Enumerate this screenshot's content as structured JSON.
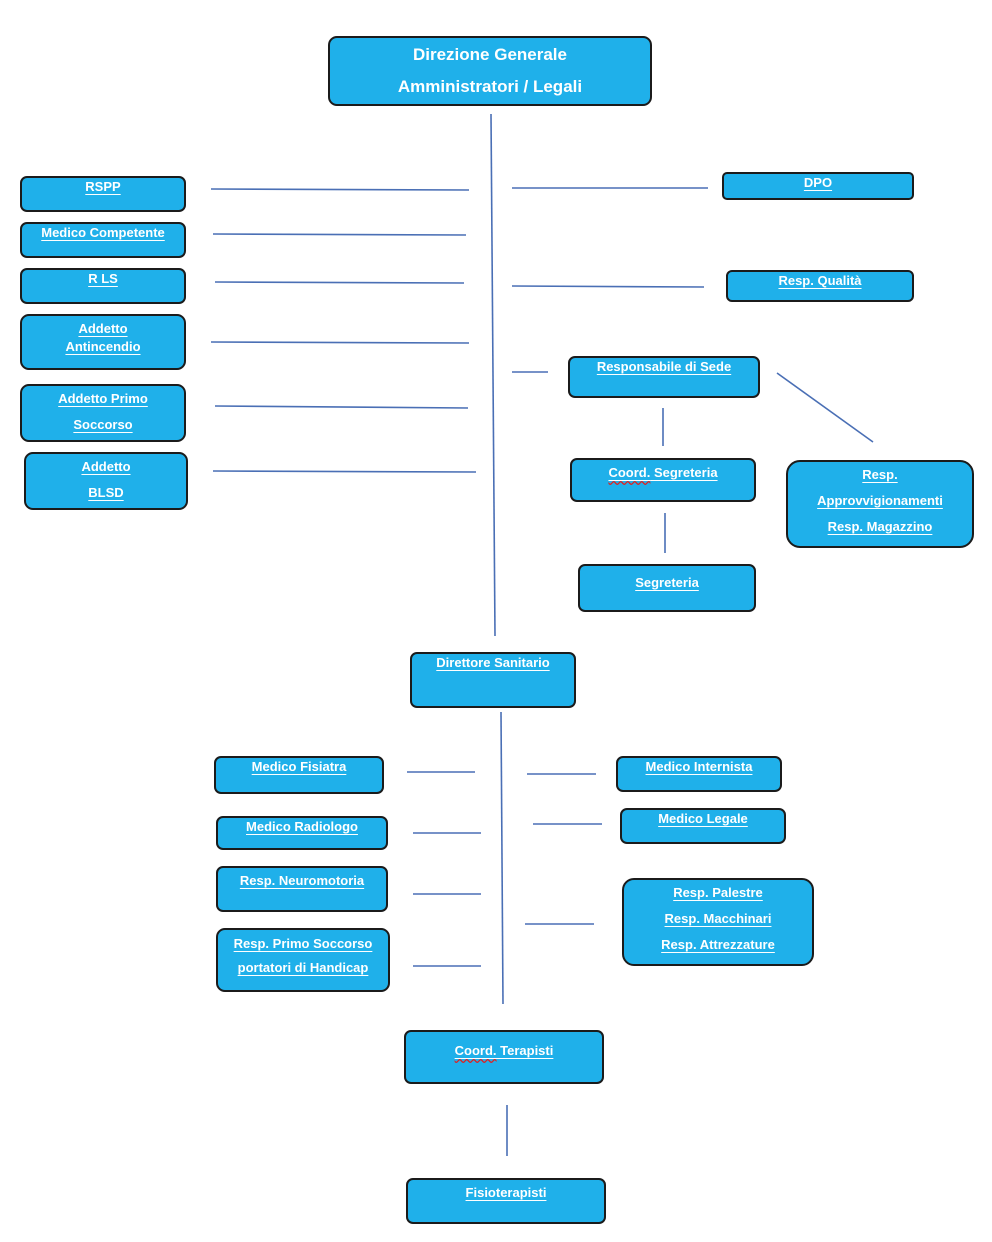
{
  "colors": {
    "box_fill": "#1fb0ea",
    "box_border": "#1b1b1b",
    "connector": "#4a6fb5",
    "text": "#ffffff"
  },
  "head": {
    "line1": "Direzione Generale",
    "line2": "Amministratori / Legali"
  },
  "left_staff": {
    "rspp": "RSPP",
    "medico_competente": "Medico Competente",
    "rls": "R LS",
    "antincendio_1": "Addetto",
    "antincendio_2": "Antincendio",
    "primo_soccorso_1": "Addetto Primo",
    "primo_soccorso_2": "Soccorso",
    "blsd_1": "Addetto",
    "blsd_2": "BLSD"
  },
  "right_staff": {
    "dpo": "DPO",
    "resp_qualita": "Resp. Qualità",
    "responsabile_sede": "Responsabile di Sede",
    "coord_segreteria_word": "Coord.",
    "coord_segreteria_rest": " Segreteria",
    "segreteria": "Segreteria",
    "approvv_1": "Resp.",
    "approvv_2": "Approvvigionamenti",
    "approvv_3": "Resp. Magazzino"
  },
  "sanitario": {
    "direttore": "Direttore Sanitario",
    "medico_fisiatra": "Medico Fisiatra",
    "medico_radiologo": "Medico Radiologo",
    "resp_neuromotoria": "Resp. Neuromotoria",
    "primo_soccorso_handicap_1": "Resp. Primo Soccorso",
    "primo_soccorso_handicap_2": "portatori di Handicap",
    "medico_internista": "Medico Internista",
    "medico_legale": "Medico Legale",
    "palestre": "Resp. Palestre",
    "macchinari": "Resp. Macchinari",
    "attrezzature": "Resp. Attrezzature"
  },
  "terapisti": {
    "coord_word": "Coord.",
    "coord_rest": " Terapisti",
    "fisioterapisti": "Fisioterapisti"
  }
}
